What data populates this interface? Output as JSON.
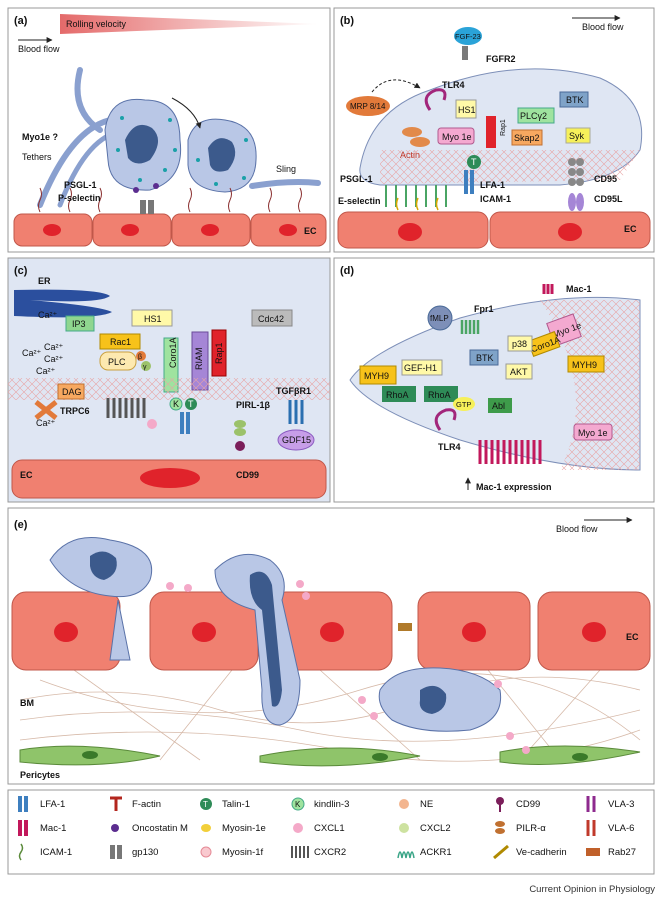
{
  "panel_a": {
    "letter": "(a)",
    "rolling_velocity": "Rolling velocity",
    "blood_flow": "Blood flow",
    "myo1e": "Myo1e ?",
    "tethers": "Tethers",
    "psgl1": "PSGL-1",
    "pselectin": "P-selectin",
    "sling": "Sling",
    "ec": "EC"
  },
  "panel_b": {
    "letter": "(b)",
    "blood_flow": "Blood flow",
    "fgf23": "FGF-23",
    "fgfr2": "FGFR2",
    "tlr4": "TLR4",
    "mrp": "MRP 8/14",
    "hs1": "HS1",
    "plcy2": "PLCγ2",
    "btk": "BTK",
    "skap2": "Skap2",
    "syk": "Syk",
    "myo1e": "Myo 1e",
    "actin": "Actin",
    "rap1": "Rap1",
    "t": "T",
    "lfa1": "LFA-1",
    "icam1": "ICAM-1",
    "psgl1": "PSGL-1",
    "eselectin": "E-selectin",
    "cd95": "CD95",
    "cd95l": "CD95L",
    "ec": "EC"
  },
  "panel_c": {
    "letter": "(c)",
    "er": "ER",
    "ca": "Ca²⁺",
    "ip3": "IP3",
    "hs1": "HS1",
    "cdc42": "Cdc42",
    "rac1": "Rac1",
    "plc": "PLC",
    "beta": "β",
    "gamma": "γ",
    "coro1a": "Coro1A",
    "riam": "RIAM",
    "rap1": "Rap1",
    "dag": "DAG",
    "trpc6": "TRPC6",
    "k": "K",
    "t": "T",
    "pirl1b": "PIRL-1β",
    "tgfbr1": "TGFβR1",
    "gdf15": "GDF15",
    "cd99": "CD99",
    "ec": "EC"
  },
  "panel_d": {
    "letter": "(d)",
    "mac1": "Mac-1",
    "fmlp": "fMLP",
    "fpr1": "Fpr1",
    "myo1e": "Myo 1e",
    "coro1a": "Coro1A",
    "myh9": "MYH9",
    "gefh1": "GEF-H1",
    "btk": "BTK",
    "p38": "p38",
    "akt": "AKT",
    "rhoa": "RhoA",
    "gtp": "GTP",
    "abl": "Abl",
    "tlr4": "TLR4",
    "mac1_expr": "Mac-1 expression"
  },
  "panel_e": {
    "letter": "(e)",
    "blood_flow": "Blood flow",
    "ec": "EC",
    "bm": "BM",
    "pericytes": "Pericytes"
  },
  "legend": [
    {
      "label": "LFA-1",
      "icon": "lfa1"
    },
    {
      "label": "F-actin",
      "icon": "factin"
    },
    {
      "label": "Talin-1",
      "icon": "talin"
    },
    {
      "label": "kindlin-3",
      "icon": "kindlin"
    },
    {
      "label": "NE",
      "icon": "ne"
    },
    {
      "label": "CD99",
      "icon": "cd99"
    },
    {
      "label": "VLA-3",
      "icon": "vla3"
    },
    {
      "label": "Mac-1",
      "icon": "mac1"
    },
    {
      "label": "Oncostatin M",
      "icon": "osm"
    },
    {
      "label": "Myosin-1e",
      "icon": "myo1e"
    },
    {
      "label": "CXCL1",
      "icon": "cxcl1"
    },
    {
      "label": "CXCL2",
      "icon": "cxcl2"
    },
    {
      "label": "PILR-α",
      "icon": "pilra"
    },
    {
      "label": "VLA-6",
      "icon": "vla6"
    },
    {
      "label": "ICAM-1",
      "icon": "icam1"
    },
    {
      "label": "gp130",
      "icon": "gp130"
    },
    {
      "label": "Myosin-1f",
      "icon": "myo1f"
    },
    {
      "label": "CXCR2",
      "icon": "cxcr2"
    },
    {
      "label": "ACKR1",
      "icon": "ackr1"
    },
    {
      "label": "Ve-cadherin",
      "icon": "vecad"
    },
    {
      "label": "Rab27",
      "icon": "rab27"
    }
  ],
  "legend_glyphs": {
    "talin": "T",
    "kindlin": "K"
  },
  "footer": "Current Opinion in Physiology",
  "colors": {
    "ec_fill": "#f08070",
    "cell_fill": "#b9c7e6",
    "nucleus": "#3c5a8c",
    "panel_bg": "#dfe6f3",
    "green_receptor": "#4aa564"
  }
}
